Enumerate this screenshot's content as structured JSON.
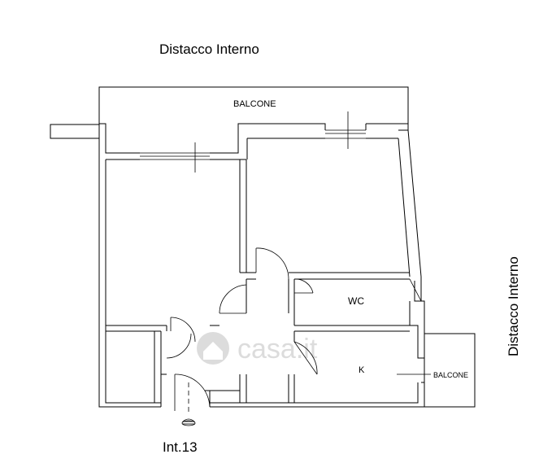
{
  "labels": {
    "top": "Distacco Interno",
    "right": "Distacco Interno",
    "balcony_top": "BALCONE",
    "balcony_right": "BALCONE",
    "wc": "WC",
    "kitchen": "K",
    "entrance": "Int.13"
  },
  "watermark": {
    "text": "casa.it",
    "icon": "house-icon"
  },
  "colors": {
    "lines": "#000000",
    "background": "#ffffff",
    "watermark": "#dcdcdc"
  }
}
